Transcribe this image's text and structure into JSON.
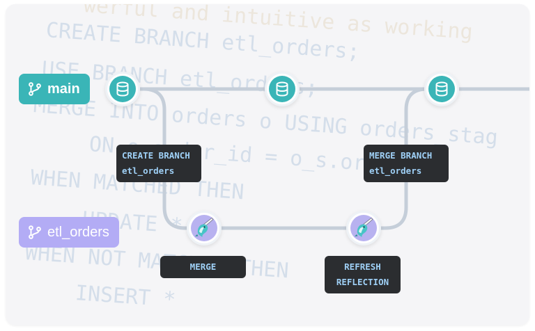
{
  "background_code": [
    "werful and intuitive as working",
    "CREATE BRANCH etl_orders;",
    "USE BRANCH etl_orders;",
    "MERGE INTO orders o USING orders_stag",
    "ON o.order_id = o_s.order_id",
    "WHEN MATCHED THEN",
    "UPDATE *",
    "WHEN NOT MATCHED THEN",
    "INSERT *"
  ],
  "branches": {
    "main": {
      "label": "main",
      "color": "#3ab5b7"
    },
    "etl": {
      "label": "etl_orders",
      "color": "#b3acf5"
    }
  },
  "operations": {
    "create_branch": [
      "CREATE BRANCH",
      "etl_orders"
    ],
    "merge_branch": [
      "MERGE BRANCH",
      "etl_orders"
    ],
    "merge": [
      "MERGE"
    ],
    "refresh_reflection": [
      "REFRESH",
      "REFLECTION"
    ]
  },
  "colors": {
    "connector": "#c5ced9",
    "teal": "#3ab5b7",
    "lavender": "#b3acf5",
    "op_background": "#2b2d30",
    "op_text": "#9fd0f6"
  },
  "icons": {
    "main_nodes": "database-icon",
    "etl_nodes": "narwhal-icon",
    "branch_labels": "git-branch-icon"
  }
}
